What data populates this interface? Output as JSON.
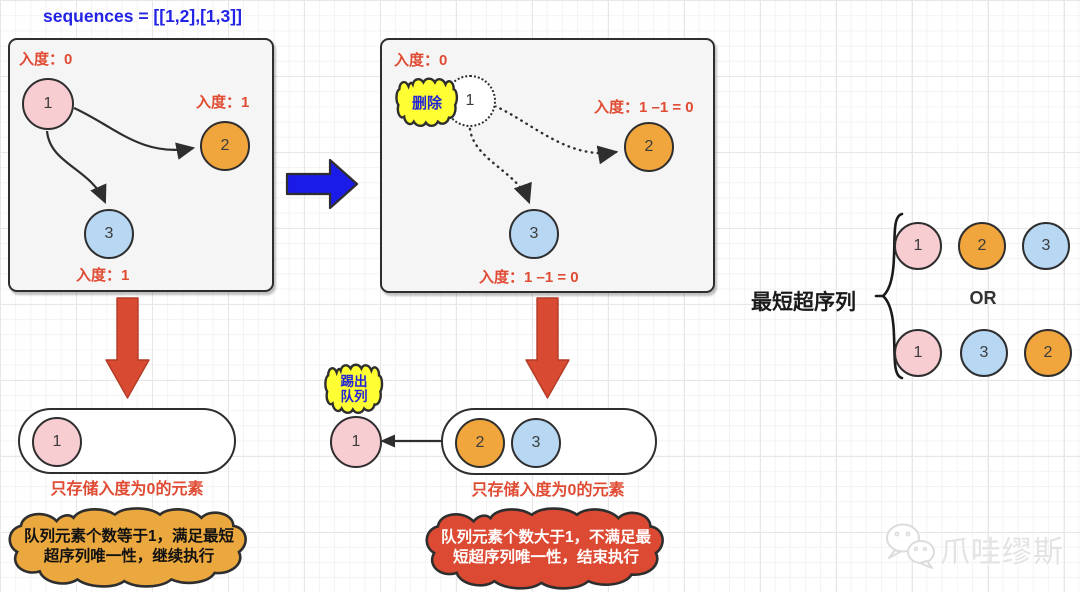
{
  "title": "sequences = [[1,2],[1,3]]",
  "graph_before": {
    "indegree1": "入度：0",
    "indegree2": "入度：1",
    "indegree3": "入度：1",
    "node1": "1",
    "node2": "2",
    "node3": "3"
  },
  "graph_after": {
    "delete_label": "删除",
    "indegree1": "入度：0",
    "indegree2": "入度：1 –1 = 0",
    "indegree3": "入度：1 –1 = 0",
    "node1": "1",
    "node2": "2",
    "node3": "3"
  },
  "queue_before": {
    "items": [
      "1"
    ],
    "caption": "只存储入度为0的元素"
  },
  "queue_after": {
    "kick_label_line1": "踢出",
    "kick_label_line2": "队列",
    "kicked_item": "1",
    "items": [
      "2",
      "3"
    ],
    "caption": "只存储入度为0的元素"
  },
  "supersequence": {
    "label": "最短超序列",
    "or_label": "OR",
    "option1": [
      "1",
      "2",
      "3"
    ],
    "option2": [
      "1",
      "3",
      "2"
    ]
  },
  "callout_continue": {
    "line1": "队列元素个数等于1，满足最短",
    "line2": "超序列唯一性，继续执行"
  },
  "callout_stop": {
    "line1": "队列元素个数大于1，不满足最",
    "line2": "短超序列唯一性，结束执行"
  },
  "watermark": "爪哇缪斯",
  "colors": {
    "node_pink": "#f8cdd2",
    "node_orange": "#f0a63c",
    "node_blue": "#b7d7f3",
    "label_red": "#e04b33",
    "title_blue": "#2323e6",
    "highlight_yellow": "#ffff33",
    "cloud_orange": "#eaa83f",
    "cloud_red": "#dc4a33",
    "arrow_blue": "#1b1be8",
    "arrow_red": "#d84a31"
  }
}
